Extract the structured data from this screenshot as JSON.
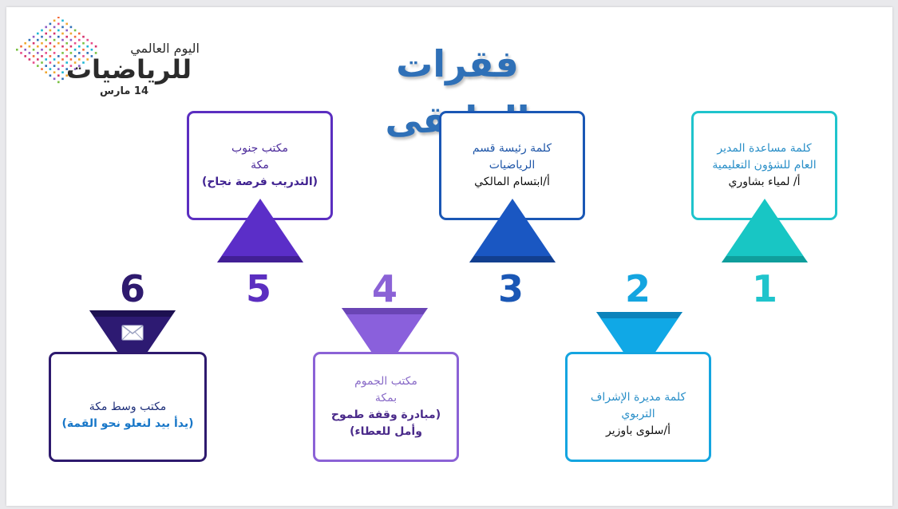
{
  "title": "فقرات الملتقى",
  "logo": {
    "line1": "اليوم العالمي",
    "line2": "للرياضيات",
    "date": "14 مارس"
  },
  "items": [
    {
      "number": "1",
      "color": "#1fc4cc",
      "lines": [
        "كلمة مساعدة المدير",
        "العام للشؤون التعليمية",
        "أ/ لمياء بشاوري"
      ]
    },
    {
      "number": "2",
      "color": "#14a5e0",
      "lines": [
        "كلمة مديرة الإشراف",
        "التربوي",
        "أ/سلوى باوزير"
      ]
    },
    {
      "number": "3",
      "color": "#1a57b5",
      "lines": [
        "كلمة رئيسة قسم",
        "الرياضيات",
        "أ/ابتسام المالكي"
      ]
    },
    {
      "number": "4",
      "color": "#8b62d6",
      "lines": [
        "مكتب الجموم",
        "بمكة",
        "(مبادرة وقفة طموح",
        "وأمل للعطاء)"
      ]
    },
    {
      "number": "5",
      "color": "#5b2ec0",
      "lines": [
        "مكتب جنوب",
        "مكة",
        "(التدريب فرصة نجاح)"
      ]
    },
    {
      "number": "6",
      "color": "#2e1a6e",
      "lines": [
        "مكتب وسط مكة",
        "(يدأ بيد لنعلو نحو القمة)"
      ]
    }
  ],
  "icons": {
    "item6": "envelope-icon",
    "logo": "dot-grid-icon"
  }
}
